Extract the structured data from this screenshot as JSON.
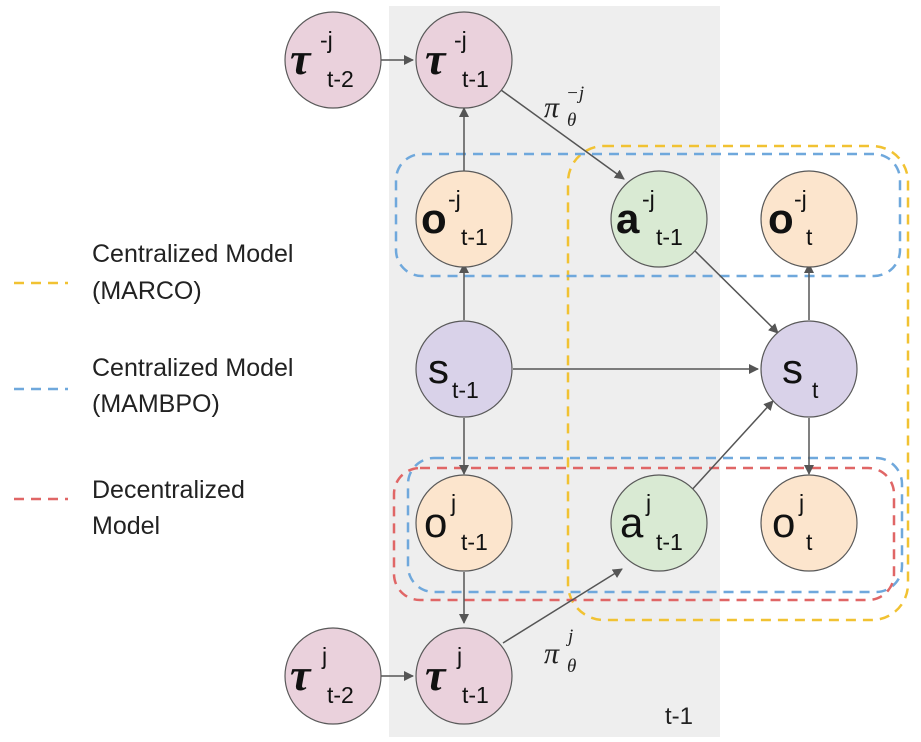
{
  "colors": {
    "time_slice_bg": "#eeeeee",
    "tau_node": "#ead1dc",
    "obs_node": "#fce5cd",
    "action_node": "#d9ead3",
    "state_node": "#d9d2e9",
    "node_border": "#595959",
    "marco_box": "#f1c232",
    "mambpo_box": "#6fa8dc",
    "decentralized_box": "#e06666"
  },
  "time_slice_label": "t-1",
  "nodes": {
    "tau_other_prev2": {
      "sym": "τ",
      "sup": "-j",
      "sub": "t-2"
    },
    "tau_other_prev1": {
      "sym": "τ",
      "sup": "-j",
      "sub": "t-1"
    },
    "obs_other_prev": {
      "sym": "o",
      "sup": "-j",
      "sub": "t-1"
    },
    "act_other_prev": {
      "sym": "a",
      "sup": "-j",
      "sub": "t-1"
    },
    "obs_other_cur": {
      "sym": "o",
      "sup": "-j",
      "sub": "t"
    },
    "state_prev": {
      "sym": "s",
      "sup": "",
      "sub": "t-1"
    },
    "state_cur": {
      "sym": "s",
      "sup": "",
      "sub": "t"
    },
    "obs_self_prev": {
      "sym": "o",
      "sup": "j",
      "sub": "t-1"
    },
    "act_self_prev": {
      "sym": "a",
      "sup": "j",
      "sub": "t-1"
    },
    "obs_self_cur": {
      "sym": "o",
      "sup": "j",
      "sub": "t"
    },
    "tau_self_prev2": {
      "sym": "τ",
      "sup": "j",
      "sub": "t-2"
    },
    "tau_self_prev1": {
      "sym": "τ",
      "sup": "j",
      "sub": "t-1"
    }
  },
  "policy_labels": {
    "other": {
      "main": "π",
      "sub": "θ",
      "sup": "−j"
    },
    "self": {
      "main": "π",
      "sub": "θ",
      "sup": "j"
    }
  },
  "legend": [
    {
      "lines": [
        "Centralized Model",
        "(MARCO)"
      ],
      "color": "#f1c232"
    },
    {
      "lines": [
        "Centralized Model",
        "(MAMBPO)"
      ],
      "color": "#6fa8dc"
    },
    {
      "lines": [
        "Decentralized",
        "Model"
      ],
      "color": "#e06666"
    }
  ]
}
